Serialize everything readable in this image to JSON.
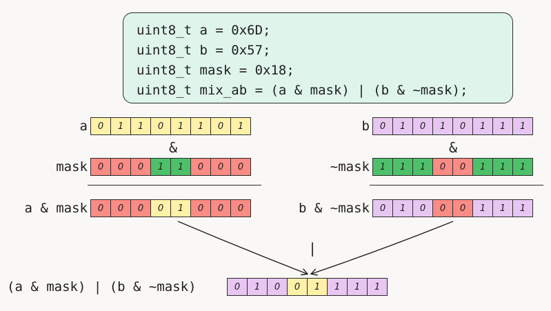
{
  "colors": {
    "yellow": "#fff1a8",
    "pink": "#e8c6f2",
    "red": "#fa8b85",
    "green": "#4fc06a"
  },
  "code": {
    "line1": "uint8_t a = 0x6D;",
    "line2": "uint8_t b = 0x57;",
    "line3": "uint8_t mask = 0x18;",
    "line4": "uint8_t mix_ab = (a & mask) | (b & ~mask);"
  },
  "left": {
    "a": {
      "label": "a",
      "bits": [
        {
          "v": "0",
          "c": "yellow"
        },
        {
          "v": "1",
          "c": "yellow"
        },
        {
          "v": "1",
          "c": "yellow"
        },
        {
          "v": "0",
          "c": "yellow"
        },
        {
          "v": "1",
          "c": "yellow"
        },
        {
          "v": "1",
          "c": "yellow"
        },
        {
          "v": "0",
          "c": "yellow"
        },
        {
          "v": "1",
          "c": "yellow"
        }
      ]
    },
    "op": "&",
    "mask": {
      "label": "mask",
      "bits": [
        {
          "v": "0",
          "c": "red"
        },
        {
          "v": "0",
          "c": "red"
        },
        {
          "v": "0",
          "c": "red"
        },
        {
          "v": "1",
          "c": "green"
        },
        {
          "v": "1",
          "c": "green"
        },
        {
          "v": "0",
          "c": "red"
        },
        {
          "v": "0",
          "c": "red"
        },
        {
          "v": "0",
          "c": "red"
        }
      ]
    },
    "result": {
      "label": "a & mask",
      "bits": [
        {
          "v": "0",
          "c": "red"
        },
        {
          "v": "0",
          "c": "red"
        },
        {
          "v": "0",
          "c": "red"
        },
        {
          "v": "0",
          "c": "yellow"
        },
        {
          "v": "1",
          "c": "yellow"
        },
        {
          "v": "0",
          "c": "red"
        },
        {
          "v": "0",
          "c": "red"
        },
        {
          "v": "0",
          "c": "red"
        }
      ]
    }
  },
  "right": {
    "b": {
      "label": "b",
      "bits": [
        {
          "v": "0",
          "c": "pink"
        },
        {
          "v": "1",
          "c": "pink"
        },
        {
          "v": "0",
          "c": "pink"
        },
        {
          "v": "1",
          "c": "pink"
        },
        {
          "v": "0",
          "c": "pink"
        },
        {
          "v": "1",
          "c": "pink"
        },
        {
          "v": "1",
          "c": "pink"
        },
        {
          "v": "1",
          "c": "pink"
        }
      ]
    },
    "op": "&",
    "notmask": {
      "label": "~mask",
      "bits": [
        {
          "v": "1",
          "c": "green"
        },
        {
          "v": "1",
          "c": "green"
        },
        {
          "v": "1",
          "c": "green"
        },
        {
          "v": "0",
          "c": "red"
        },
        {
          "v": "0",
          "c": "red"
        },
        {
          "v": "1",
          "c": "green"
        },
        {
          "v": "1",
          "c": "green"
        },
        {
          "v": "1",
          "c": "green"
        }
      ]
    },
    "result": {
      "label": "b & ~mask",
      "bits": [
        {
          "v": "0",
          "c": "pink"
        },
        {
          "v": "1",
          "c": "pink"
        },
        {
          "v": "0",
          "c": "pink"
        },
        {
          "v": "0",
          "c": "red"
        },
        {
          "v": "0",
          "c": "red"
        },
        {
          "v": "1",
          "c": "pink"
        },
        {
          "v": "1",
          "c": "pink"
        },
        {
          "v": "1",
          "c": "pink"
        }
      ]
    }
  },
  "final": {
    "op": "|",
    "label": "(a & mask) | (b & ~mask)",
    "bits": [
      {
        "v": "0",
        "c": "pink"
      },
      {
        "v": "1",
        "c": "pink"
      },
      {
        "v": "0",
        "c": "pink"
      },
      {
        "v": "0",
        "c": "yellow"
      },
      {
        "v": "1",
        "c": "yellow"
      },
      {
        "v": "1",
        "c": "pink"
      },
      {
        "v": "1",
        "c": "pink"
      },
      {
        "v": "1",
        "c": "pink"
      }
    ]
  }
}
